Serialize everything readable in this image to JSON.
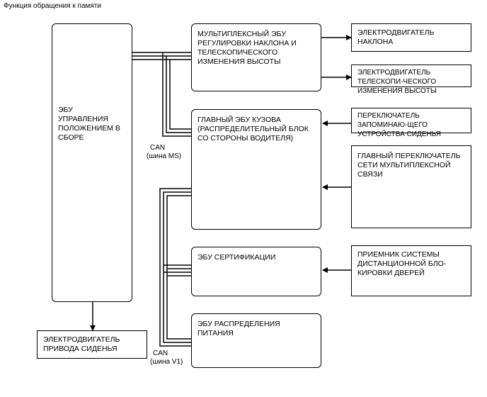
{
  "title": "Функция обращения к памяти",
  "boxes": {
    "seat_ecu": "ЭБУ УПРАВЛЕНИЯ ПОЛОЖЕНИЕМ В СБОРЕ",
    "seat_motor": "ЭЛЕКТРОДВИГАТЕЛЬ ПРИВОДА СИДЕНЬЯ",
    "tilt_ecu": "МУЛЬТИПЛЕКСНЫЙ ЭБУ РЕГУЛИРОВКИ НАКЛОНА И ТЕЛЕСКОПИЧЕСКОГО ИЗМЕНЕНИЯ ВЫСОТЫ",
    "tilt_motor": "ЭЛЕКТРОДВИГАТЕЛЬ НАКЛОНА",
    "tele_motor": "ЭЛЕКТРОДВИГАТЕЛЬ ТЕЛЕСКОПИ-ЧЕСКОГО ИЗМЕНЕНИЯ ВЫСОТЫ",
    "body_ecu": "ГЛАВНЫЙ ЭБУ КУЗОВА (РАСПРЕДЕЛИТЕЛЬНЫЙ БЛОК СО СТОРОНЫ ВОДИТЕЛЯ)",
    "memory_switch": "ПЕРЕКЛЮЧАТЕЛЬ ЗАПОМИНАЮ-ЩЕГО УСТРОЙСТВА СИДЕНЬЯ",
    "multiplex_switch": "ГЛАВНЫЙ ПЕРЕКЛЮЧАТЕЛЬ СЕТИ МУЛЬТИПЛЕКСНОЙ СВЯЗИ",
    "cert_ecu": "ЭБУ СЕРТИФИКАЦИИ",
    "receiver": "ПРИЕМНИК СИСТЕМЫ ДИСТАНЦИОННОЙ БЛО-КИРОВКИ ДВЕРЕЙ",
    "power_ecu": "ЭБУ РАСПРЕДЕЛЕНИЯ ПИТАНИЯ"
  },
  "labels": {
    "can_ms_1": "CAN",
    "can_ms_2": "(шина MS)",
    "can_v1_1": "CAN",
    "can_v1_2": "(шина V1)"
  }
}
